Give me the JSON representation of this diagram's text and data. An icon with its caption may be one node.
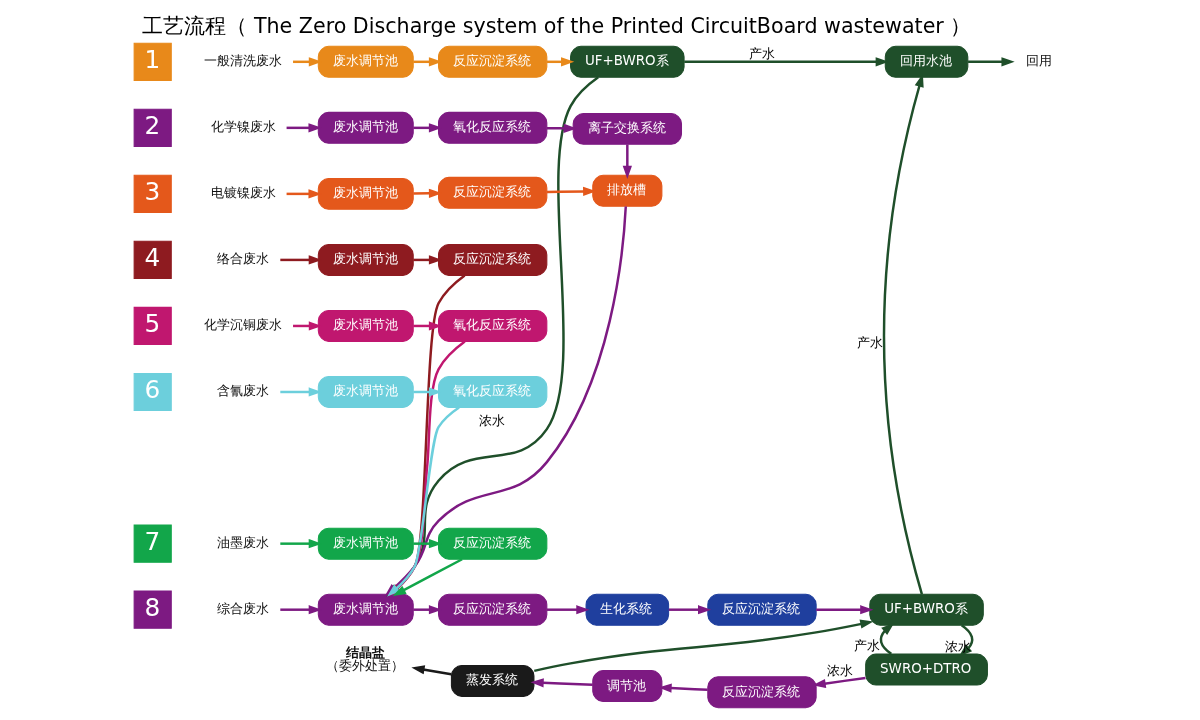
{
  "diagram": {
    "title": "工艺流程（ The Zero Discharge system of the Printed CircuitBoard wastewater ）",
    "nodes": [
      {
        "text": [
          "1"
        ]
      },
      {
        "text": [
          "一般清洗废水"
        ]
      },
      {
        "text": [
          "废水调节池"
        ]
      },
      {
        "text": [
          "反应沉淀系统"
        ]
      },
      {
        "text": [
          "UF+BWRO系"
        ]
      },
      {
        "text": [
          "2"
        ]
      },
      {
        "text": [
          "化学镍废水"
        ]
      },
      {
        "text": [
          "废水调节池"
        ]
      },
      {
        "text": [
          "氧化反应系统"
        ]
      },
      {
        "text": [
          "离子交换系统"
        ]
      },
      {
        "text": [
          "3"
        ]
      },
      {
        "text": [
          "电镀镍废水"
        ]
      },
      {
        "text": [
          "废水调节池"
        ]
      },
      {
        "text": [
          "反应沉淀系统"
        ]
      },
      {
        "text": [
          "排放槽"
        ]
      },
      {
        "text": [
          "4"
        ]
      },
      {
        "text": [
          "络合废水"
        ]
      },
      {
        "text": [
          "废水调节池"
        ]
      },
      {
        "text": [
          "反应沉淀系统"
        ]
      },
      {
        "text": [
          "5"
        ]
      },
      {
        "text": [
          "化学沉铜废水"
        ]
      },
      {
        "text": [
          "废水调节池"
        ]
      },
      {
        "text": [
          "氧化反应系统"
        ]
      },
      {
        "text": [
          "6"
        ]
      },
      {
        "text": [
          "含氰废水"
        ]
      },
      {
        "text": [
          "废水调节池"
        ]
      },
      {
        "text": [
          "氧化反应系统"
        ]
      },
      {
        "text": [
          "7"
        ]
      },
      {
        "text": [
          "油墨废水"
        ]
      },
      {
        "text": [
          "废水调节池"
        ]
      },
      {
        "text": [
          "反应沉淀系统"
        ]
      },
      {
        "text": [
          "回用水池"
        ]
      },
      {
        "text": [
          "回用"
        ]
      },
      {
        "text": [
          "8"
        ]
      },
      {
        "text": [
          "综合废水"
        ]
      },
      {
        "text": [
          "废水调节池"
        ]
      },
      {
        "text": [
          "反应沉淀系统"
        ]
      },
      {
        "text": [
          "生化系统"
        ]
      },
      {
        "text": [
          "反应沉淀系统"
        ]
      },
      {
        "text": [
          "UF+BWRO系"
        ]
      },
      {
        "text": [
          "结晶盐",
          "（委外处置）"
        ]
      },
      {
        "text": [
          "蒸发系统"
        ]
      },
      {
        "text": [
          "调节池"
        ]
      },
      {
        "text": [
          "反应沉淀系统"
        ]
      },
      {
        "text": [
          "SWRO+DTRO"
        ]
      }
    ],
    "edges": [
      {
        "from": 1,
        "to": 2,
        "arrow": "to",
        "color": "#e8891a"
      },
      {
        "from": 2,
        "to": 3,
        "arrow": "to",
        "color": "#e8891a"
      },
      {
        "from": 3,
        "to": 4,
        "arrow": "to",
        "color": "#e8891a"
      },
      {
        "from": 4,
        "to": 31,
        "arrow": "to",
        "label": "产水",
        "color": "#1f4f2a"
      },
      {
        "from": 4,
        "to": 35,
        "arrow": "to",
        "label": "浓水",
        "color": "#1f4f2a"
      },
      {
        "from": 6,
        "to": 7,
        "arrow": "to"
      },
      {
        "from": 7,
        "to": 8,
        "arrow": "to"
      },
      {
        "from": 8,
        "to": 9,
        "arrow": "to"
      },
      {
        "from": 9,
        "to": 14,
        "arrow": "to"
      },
      {
        "from": 11,
        "to": 12,
        "arrow": "to",
        "color": "#e4581b"
      },
      {
        "from": 12,
        "to": 13,
        "arrow": "to",
        "color": "#e4581b"
      },
      {
        "from": 13,
        "to": 14,
        "arrow": "to",
        "color": "#e4581b"
      },
      {
        "from": 14,
        "to": 35,
        "arrow": "to"
      },
      {
        "from": 16,
        "to": 17,
        "arrow": "to",
        "color": "#8e1b20"
      },
      {
        "from": 17,
        "to": 18,
        "arrow": "to",
        "color": "#8e1b20"
      },
      {
        "from": 18,
        "to": 35,
        "arrow": "to",
        "color": "#8e1b20"
      },
      {
        "from": 20,
        "to": 21,
        "arrow": "to",
        "color": "#c0176f"
      },
      {
        "from": 21,
        "to": 22,
        "arrow": "to",
        "color": "#c0176f"
      },
      {
        "from": 22,
        "to": 35,
        "arrow": "to",
        "color": "#c0176f"
      },
      {
        "from": 24,
        "to": 25,
        "arrow": "to",
        "color": "#6ccfdc"
      },
      {
        "from": 25,
        "to": 26,
        "arrow": "to",
        "color": "#6ccfdc"
      },
      {
        "from": 26,
        "to": 35,
        "arrow": "to",
        "color": "#6ccfdc"
      },
      {
        "from": 28,
        "to": 29,
        "arrow": "to",
        "color": "#12a64a"
      },
      {
        "from": 29,
        "to": 30,
        "arrow": "to",
        "color": "#12a64a"
      },
      {
        "from": 30,
        "to": 35,
        "arrow": "to",
        "color": "#12a64a"
      },
      {
        "from": 31,
        "to": 32,
        "arrow": "to",
        "color": "#1f4f2a"
      },
      {
        "from": 34,
        "to": 35,
        "arrow": "to"
      },
      {
        "from": 35,
        "to": 36,
        "arrow": "to"
      },
      {
        "from": 36,
        "to": 37,
        "arrow": "to"
      },
      {
        "from": 37,
        "to": 38,
        "arrow": "to"
      },
      {
        "from": 38,
        "to": 39,
        "arrow": "to"
      },
      {
        "from": 39,
        "to": 31,
        "arrow": "to",
        "label": "产水",
        "color": "#1f4f2a"
      },
      {
        "from": 39,
        "to": 44,
        "arrow": "to",
        "label": "浓水",
        "color": "#1f4f2a"
      },
      {
        "from": 44,
        "to": 39,
        "arrow": "to",
        "label": "产水",
        "color": "#1f4f2a"
      },
      {
        "from": 44,
        "to": 43,
        "arrow": "to",
        "label": "浓水"
      },
      {
        "from": 43,
        "to": 42,
        "arrow": "to"
      },
      {
        "from": 42,
        "to": 41,
        "arrow": "to"
      },
      {
        "from": 41,
        "to": 40,
        "arrow": "to",
        "color": "#1a1a1a"
      },
      {
        "from": 41,
        "to": 39,
        "arrow": "to",
        "color": "#1f4f2a"
      }
    ]
  }
}
